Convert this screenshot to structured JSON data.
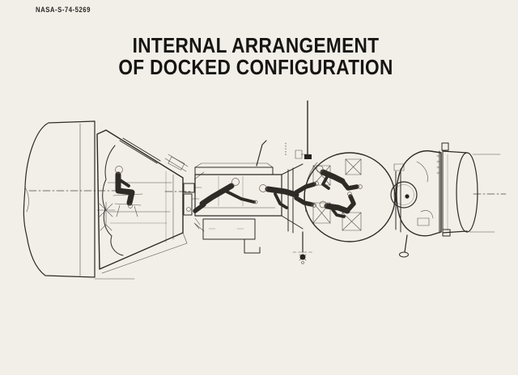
{
  "page": {
    "background_color": "#f2efe9",
    "ink_color": "#2e2b27"
  },
  "header": {
    "photo_id": "NASA-S-74-5269"
  },
  "title": {
    "line1": "INTERNAL ARRANGEMENT",
    "line2": "OF DOCKED CONFIGURATION"
  },
  "diagram": {
    "kind": "spacecraft-cutaway-line-drawing",
    "colors": {
      "us_suit": "#c2992e",
      "soviet_suit": "#57c6d1",
      "skin": "#eccb9d",
      "line": "#2e2b27"
    },
    "modules": [
      {
        "id": "apollo-service-module"
      },
      {
        "id": "apollo-command-module"
      },
      {
        "id": "docking-module"
      },
      {
        "id": "soyuz-orbital-module"
      },
      {
        "id": "soyuz-descent-module"
      },
      {
        "id": "soyuz-instrument-module"
      }
    ],
    "crew_figures": [
      {
        "id": "astronaut-seated-command-module",
        "suit": "#c2992e"
      },
      {
        "id": "astronaut-crawling-docking-module",
        "suit": "#57c6d1"
      },
      {
        "id": "astronaut-floating-hatch",
        "suit": "#c2992e"
      },
      {
        "id": "cosmonaut-orbital-module-upper",
        "suit": "#c2992e"
      },
      {
        "id": "cosmonaut-orbital-module-lower",
        "suit": "#57c6d1"
      }
    ]
  }
}
